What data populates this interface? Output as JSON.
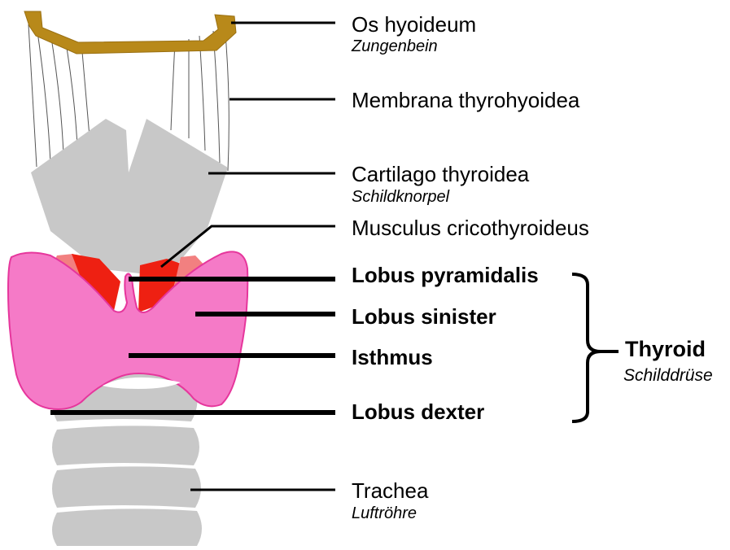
{
  "colors": {
    "hyoid": "#b8891a",
    "cartilage": "#c8c8c8",
    "thyroid_fill": "#f57ac7",
    "thyroid_stroke": "#e6369c",
    "muscle_red": "#ee2012",
    "muscle_light": "#f28080",
    "leader_line": "#000000",
    "membrane_line": "#555555"
  },
  "labels": {
    "os_hyoideum": "Os hyoideum",
    "os_hyoideum_sub": "Zungenbein",
    "membrana": "Membrana thyrohyoidea",
    "cartilago": "Cartilago thyroidea",
    "cartilago_sub": "Schildknorpel",
    "musculus": "Musculus cricothyroideus",
    "lobus_pyramidalis": "Lobus pyramidalis",
    "lobus_sinister": "Lobus sinister",
    "isthmus": "Isthmus",
    "lobus_dexter": "Lobus dexter",
    "trachea": "Trachea",
    "trachea_sub": "Luftröhre"
  },
  "group": {
    "title": "Thyroid",
    "subtitle": "Schilddrüse"
  }
}
